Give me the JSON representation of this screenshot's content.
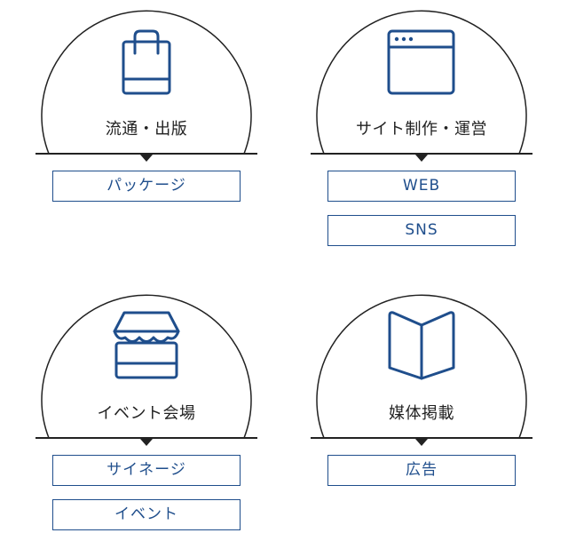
{
  "categories": [
    {
      "title": "流通・出版",
      "icon": "shopping-bag-icon",
      "tags": [
        "パッケージ"
      ]
    },
    {
      "title": "サイト制作・運営",
      "icon": "browser-window-icon",
      "tags": [
        "WEB",
        "SNS"
      ]
    },
    {
      "title": "イベント会場",
      "icon": "storefront-icon",
      "tags": [
        "サイネージ",
        "イベント"
      ]
    },
    {
      "title": "媒体掲載",
      "icon": "open-book-icon",
      "tags": [
        "広告"
      ]
    }
  ],
  "colors": {
    "accent": "#1f4e8c",
    "line": "#222222",
    "text": "#222222"
  }
}
